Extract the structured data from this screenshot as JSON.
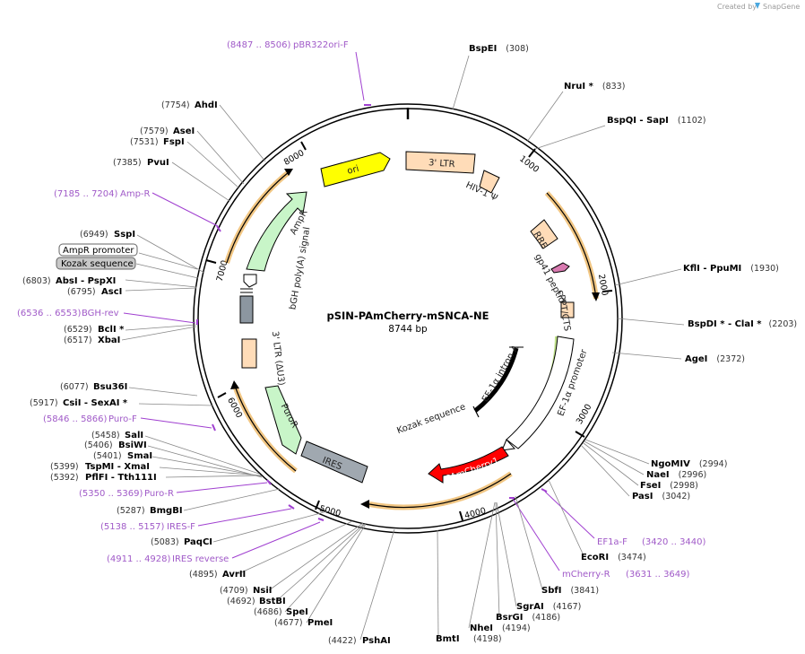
{
  "credit": {
    "prefix": "Created by",
    "brand": "SnapGene"
  },
  "plasmid": {
    "name": "pSIN-PAmCherry-mSNCA-NE",
    "length_label": "8744 bp"
  },
  "ticks": [
    "1000",
    "2000",
    "3000",
    "4000",
    "5000",
    "6000",
    "7000",
    "8000"
  ],
  "sites": [
    {
      "name": "BspEI",
      "pos": "(308)"
    },
    {
      "name": "NruI *",
      "pos": "(833)"
    },
    {
      "name": "BspQI   - SapI",
      "pos": "(1102)"
    },
    {
      "name": "KflI   - PpuMI",
      "pos": "(1930)"
    },
    {
      "name": "BspDI * - ClaI *",
      "pos": "(2203)"
    },
    {
      "name": "AgeI",
      "pos": "(2372)"
    },
    {
      "name": "NgoMIV",
      "pos": "(2994)"
    },
    {
      "name": "NaeI",
      "pos": "(2996)"
    },
    {
      "name": "FseI",
      "pos": "(2998)"
    },
    {
      "name": "PasI",
      "pos": "(3042)"
    },
    {
      "name": "EcoRI",
      "pos": "(3474)"
    },
    {
      "name": "SbfI",
      "pos": "(3841)"
    },
    {
      "name": "SgrAI",
      "pos": "(4167)"
    },
    {
      "name": "BsrGI",
      "pos": "(4186)"
    },
    {
      "name": "NheI",
      "pos": "(4194)"
    },
    {
      "name": "BmtI",
      "pos": "(4198)"
    },
    {
      "name": "PshAI",
      "pos": "(4422)"
    },
    {
      "name": "PmeI",
      "pos": "(4677)"
    },
    {
      "name": "SpeI",
      "pos": "(4686)"
    },
    {
      "name": "BstBI",
      "pos": "(4692)"
    },
    {
      "name": "NsiI",
      "pos": "(4709)"
    },
    {
      "name": "AvrII",
      "pos": "(4895)"
    },
    {
      "name": "PaqCI",
      "pos": "(5083)"
    },
    {
      "name": "BmgBI",
      "pos": "(5287)"
    },
    {
      "name": "PflFI   - Tth111I",
      "pos": "(5392)"
    },
    {
      "name": "TspMI   - XmaI",
      "pos": "(5399)"
    },
    {
      "name": "SmaI",
      "pos": "(5401)"
    },
    {
      "name": "BsiWI",
      "pos": "(5406)"
    },
    {
      "name": "SalI",
      "pos": "(5458)"
    },
    {
      "name": "CsiI   - SexAI *",
      "pos": "(5917)"
    },
    {
      "name": "Bsu36I",
      "pos": "(6077)"
    },
    {
      "name": "XbaI",
      "pos": "(6517)"
    },
    {
      "name": "BclI *",
      "pos": "(6529)"
    },
    {
      "name": "AscI",
      "pos": "(6795)"
    },
    {
      "name": "AbsI   - PspXI",
      "pos": "(6803)"
    },
    {
      "name": "SspI",
      "pos": "(6949)"
    },
    {
      "name": "PvuI",
      "pos": "(7385)"
    },
    {
      "name": "FspI",
      "pos": "(7531)"
    },
    {
      "name": "AseI",
      "pos": "(7579)"
    },
    {
      "name": "AhdI",
      "pos": "(7754)"
    }
  ],
  "primers": [
    {
      "name": "pBR322ori-F",
      "range": "(8487 .. 8506)"
    },
    {
      "name": "Amp-R",
      "range": "(7185 .. 7204)"
    },
    {
      "name": "BGH-rev",
      "range": "(6536 .. 6553)"
    },
    {
      "name": "Puro-F",
      "range": "(5846 .. 5866)"
    },
    {
      "name": "Puro-R",
      "range": "(5350 .. 5369)"
    },
    {
      "name": "IRES-F",
      "range": "(5138 .. 5157)"
    },
    {
      "name": "IRES reverse",
      "range": "(4911 .. 4928)"
    },
    {
      "name": "EF1a-F",
      "range": "(3420 .. 3440)"
    },
    {
      "name": "mCherry-R",
      "range": "(3631 .. 3649)"
    }
  ],
  "boxed_labels": [
    {
      "text": "AmpR promoter",
      "fill": "#ffffff"
    },
    {
      "text": "Kozak sequence",
      "fill": "#c8c8c8"
    }
  ],
  "features": {
    "ori": "ori",
    "ltr5": "3' LTR",
    "hiv": "HIV-1 Ψ",
    "rre": "RRE",
    "gp41": "gp41 peptide",
    "cppt": "cPPT/CTS",
    "ef1a": "EF-1α promoter",
    "intron": "EF-1α intron A",
    "kozak": "Kozak sequence",
    "pamcherry": "PAmCherry1",
    "ires": "IRES",
    "puror": "PuroR",
    "ltr3": "3' LTR (ΔU3)",
    "bgh": "bGH poly(A) signal",
    "ampr": "AmpR"
  },
  "colors": {
    "ori": "#ffff00",
    "ltr": "#ffdcb8",
    "resistance": "#c8f5c8",
    "ires": "#a0a8b0",
    "pamcherry": "#ff0000",
    "primer": "#a040d0",
    "orf": "#e8a030",
    "promoter_glow": "#88c828",
    "bgh": "#8c96a0"
  }
}
